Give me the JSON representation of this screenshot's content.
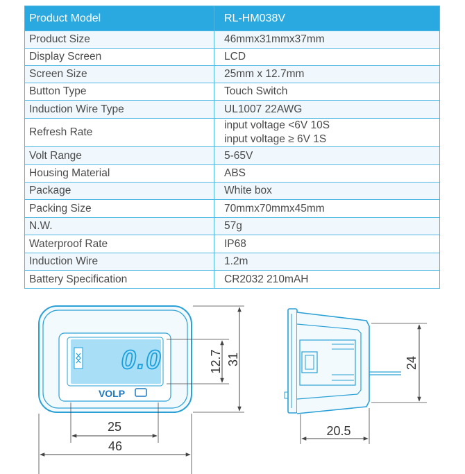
{
  "table": {
    "header": {
      "label": "Product Model",
      "value": "RL-HM038V"
    },
    "rows": [
      {
        "label": "Product Size",
        "value": "46mmx31mmx37mm"
      },
      {
        "label": "Display Screen",
        "value": "LCD"
      },
      {
        "label": "Screen Size",
        "value": "25mm x 12.7mm"
      },
      {
        "label": "Button Type",
        "value": "Touch Switch"
      },
      {
        "label": "Induction Wire Type",
        "value": "UL1007 22AWG"
      },
      {
        "label": "Refresh Rate",
        "value_line1": "input voltage <6V  10S",
        "value_line2": "input voltage ≥ 6V  1S"
      },
      {
        "label": "Volt Range",
        "value": "5-65V"
      },
      {
        "label": "Housing Material",
        "value": "ABS"
      },
      {
        "label": "Package",
        "value": "White box"
      },
      {
        "label": "Packing Size",
        "value": "70mmx70mmx45mm"
      },
      {
        "label": "N.W.",
        "value": "57g"
      },
      {
        "label": "Waterproof Rate",
        "value": "IP68"
      },
      {
        "label": "Induction Wire",
        "value": "1.2m"
      },
      {
        "label": "Battery Specification",
        "value": "CR2032 210mAH"
      }
    ]
  },
  "drawing": {
    "front": {
      "display_reading": "0.0",
      "brand_text": "VOLP",
      "dim_screen_width": "25",
      "dim_body_width": "46",
      "dim_screen_height": "12.7",
      "dim_body_height": "31"
    },
    "side": {
      "dim_depth": "20.5",
      "dim_height": "24"
    },
    "colors": {
      "outline": "#2aa0d6",
      "lcd": "#a8dff7",
      "digits": "#1aa0dc",
      "dim_line": "#444444"
    }
  }
}
